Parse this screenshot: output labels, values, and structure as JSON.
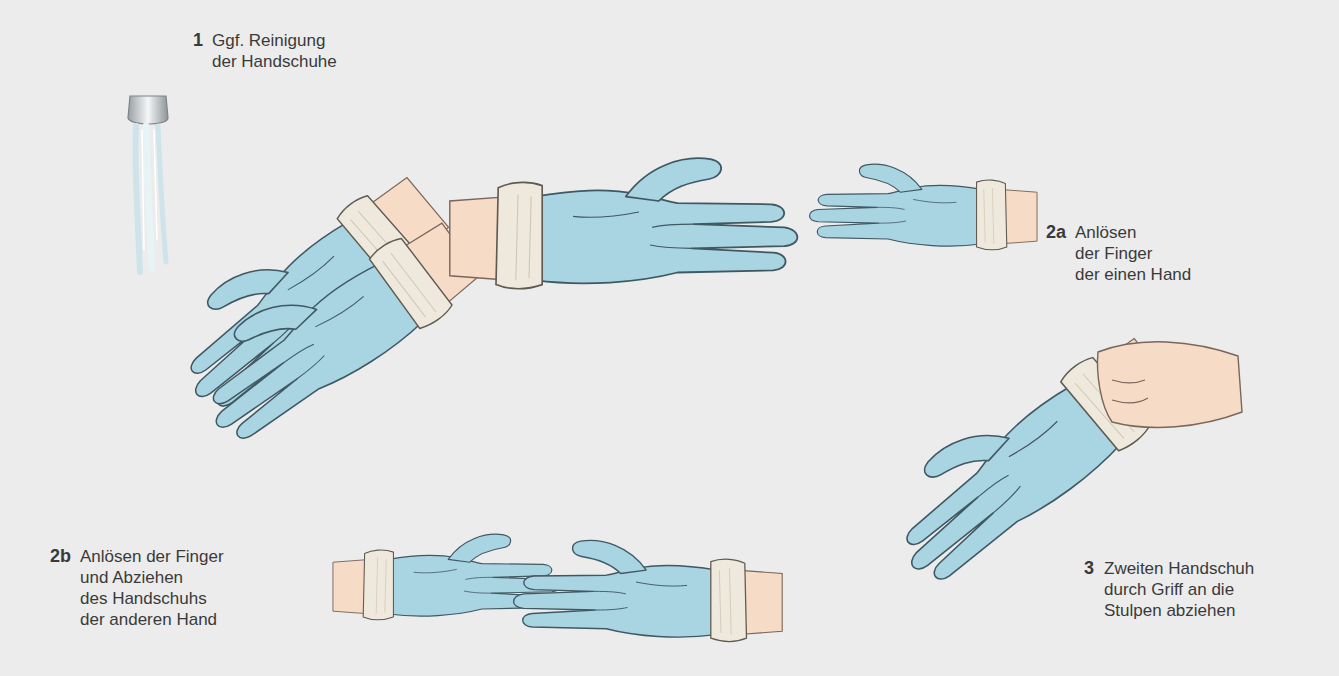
{
  "diagram": {
    "labels": [
      "1",
      "Ggf. Reinigung der Handschuhe",
      "2a",
      "Anlösen der Finger der einen Hand",
      "2b",
      "Anlösen der Finger und Abziehen des Handschuhs der anderen Hand",
      "3",
      "Zweiten Handschuh durch Griff an die Stulpen abziehen"
    ]
  }
}
